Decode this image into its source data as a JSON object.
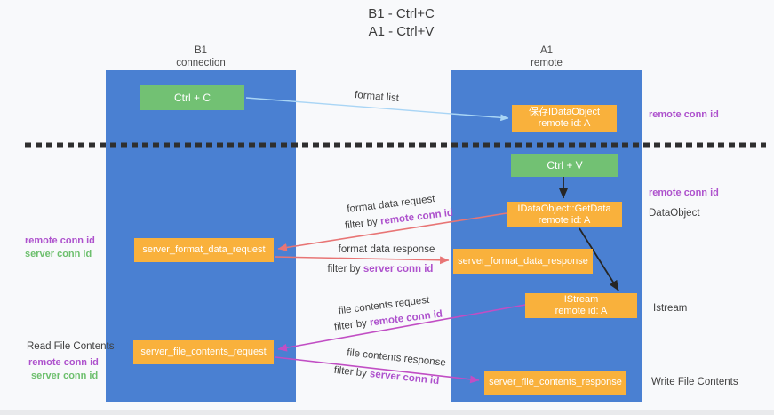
{
  "title": {
    "line1": "B1 - Ctrl+C",
    "line2": "A1 - Ctrl+V"
  },
  "columns": {
    "left": {
      "name": "B1",
      "role": "connection"
    },
    "right": {
      "name": "A1",
      "role": "remote"
    }
  },
  "boxes": {
    "ctrl_c": "Ctrl + C",
    "ctrl_v": "Ctrl + V",
    "save_dataobject": {
      "line1": "保存IDataObject",
      "line2": "remote id: A"
    },
    "getdata": {
      "line1": "IDataObject::GetData",
      "line2": "remote id: A"
    },
    "istream": {
      "line1": "IStream",
      "line2": "remote id: A"
    },
    "server_format_data_request": "server_format_data_request",
    "server_format_data_response": "server_format_data_response",
    "server_file_contents_request": "server_file_contents_request",
    "server_file_contents_response": "server_file_contents_response"
  },
  "labels": {
    "format_list": "format list",
    "format_data_request": "format data request",
    "format_data_response": "format data response",
    "file_contents_request": "file contents request",
    "file_contents_response": "file contents response",
    "filter_by": "filter by",
    "remote_conn_id": "remote conn id",
    "server_conn_id": "server conn id",
    "dataobject": "DataObject",
    "istream": "Istream",
    "read_file_contents": "Read File Contents",
    "write_file_contents": "Write File Contents"
  },
  "colors": {
    "background": "#f8f9fb",
    "column-blue": "#4a80d2",
    "box-green": "#72c173",
    "box-orange": "#f9b13c",
    "arrow-blue": "#a9d5f5",
    "arrow-black": "#262626",
    "arrow-red": "#e87575",
    "arrow-magenta": "#c14ec4",
    "dashed-line": "#2f2f2f",
    "text-dark": "#3c3c3c",
    "text-purple": "#ae52cd",
    "text-green": "#6dbf6d"
  }
}
